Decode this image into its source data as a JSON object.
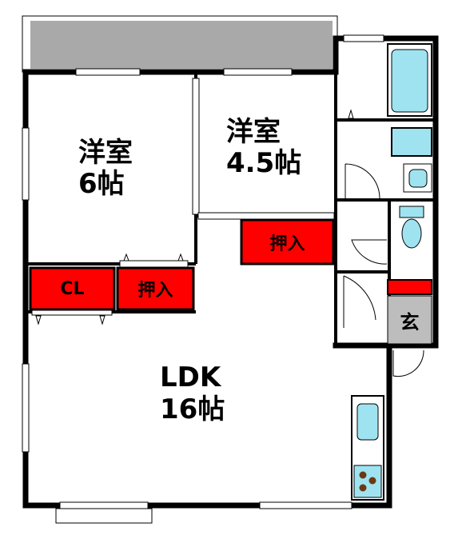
{
  "rooms": {
    "western_6": {
      "name": "洋室",
      "size": "6帖"
    },
    "western_45": {
      "name": "洋室",
      "size": "4.5帖"
    },
    "ldk": {
      "name": "LDK",
      "size": "16帖"
    }
  },
  "storage": {
    "closet": "CL",
    "oshiire_left": "押入",
    "oshiire_right": "押入"
  },
  "entrance": "玄",
  "colors": {
    "wall": "#000000",
    "balcony": "#a9a9a9",
    "storage_red": "#ff0000",
    "fixture_blue": "#9fe3f0",
    "entrance_gray": "#bdbdbd",
    "stove_brown": "#6b3a12"
  }
}
